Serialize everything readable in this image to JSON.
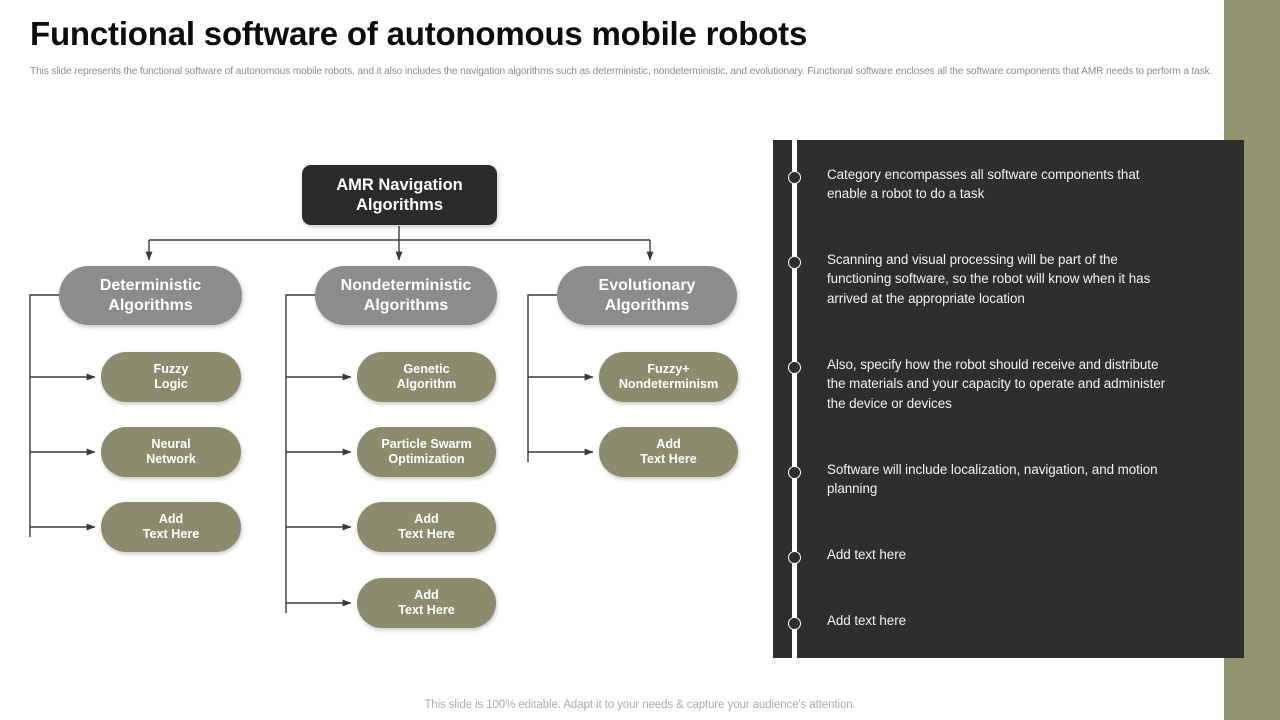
{
  "header": {
    "title": "Functional software of autonomous mobile robots",
    "subtitle": "This slide represents the functional software of autonomous mobile robots, and it also includes the navigation algorithms such as deterministic, nondeterministic, and evolutionary. Functional software encloses all the software components that AMR needs to perform a task."
  },
  "footer": {
    "note": "This slide is 100% editable. Adapt it to your needs & capture your audience's attention."
  },
  "colors": {
    "accent_olive": "#91946f",
    "panel_dark": "#2e2e2e",
    "root_node": "#2b2b2b",
    "category_node": "#8c8c8c",
    "leaf_node": "#8b8c6d",
    "title_text": "#0d0d0d",
    "subtitle_text": "#8d8d8d",
    "footer_text": "#adadad",
    "connector_line": "#3a3a3a"
  },
  "diagram": {
    "root": {
      "label": "AMR Navigation\nAlgorithms",
      "line1": "AMR Navigation",
      "line2": "Algorithms"
    },
    "columns": [
      {
        "category": {
          "line1": "Deterministic",
          "line2": "Algorithms"
        },
        "leaves": [
          {
            "line1": "Fuzzy",
            "line2": "Logic"
          },
          {
            "line1": "Neural",
            "line2": "Network"
          },
          {
            "line1": "Add",
            "line2": "Text Here"
          }
        ]
      },
      {
        "category": {
          "line1": "Nondeterministic",
          "line2": "Algorithms"
        },
        "leaves": [
          {
            "line1": "Genetic",
            "line2": "Algorithm"
          },
          {
            "line1": "Particle Swarm",
            "line2": "Optimization"
          },
          {
            "line1": "Add",
            "line2": "Text Here"
          },
          {
            "line1": "Add",
            "line2": "Text Here"
          }
        ]
      },
      {
        "category": {
          "line1": "Evolutionary",
          "line2": "Algorithms"
        },
        "leaves": [
          {
            "line1": "Fuzzy+",
            "line2": "Nondeterminism"
          },
          {
            "line1": "Add",
            "line2": "Text Here"
          }
        ]
      }
    ]
  },
  "info_panel": {
    "bullets": [
      {
        "text": "Category encompasses all software components that enable a robot to do a task"
      },
      {
        "text": "Scanning and visual processing will be part of the functioning software, so the robot will know when it has arrived at the appropriate location"
      },
      {
        "text": "Also, specify how the robot should receive and distribute the materials and your capacity to operate and administer the device or devices"
      },
      {
        "text": "Software will include localization, navigation, and motion planning"
      },
      {
        "text": "Add text here"
      },
      {
        "text": "Add text here"
      }
    ]
  }
}
